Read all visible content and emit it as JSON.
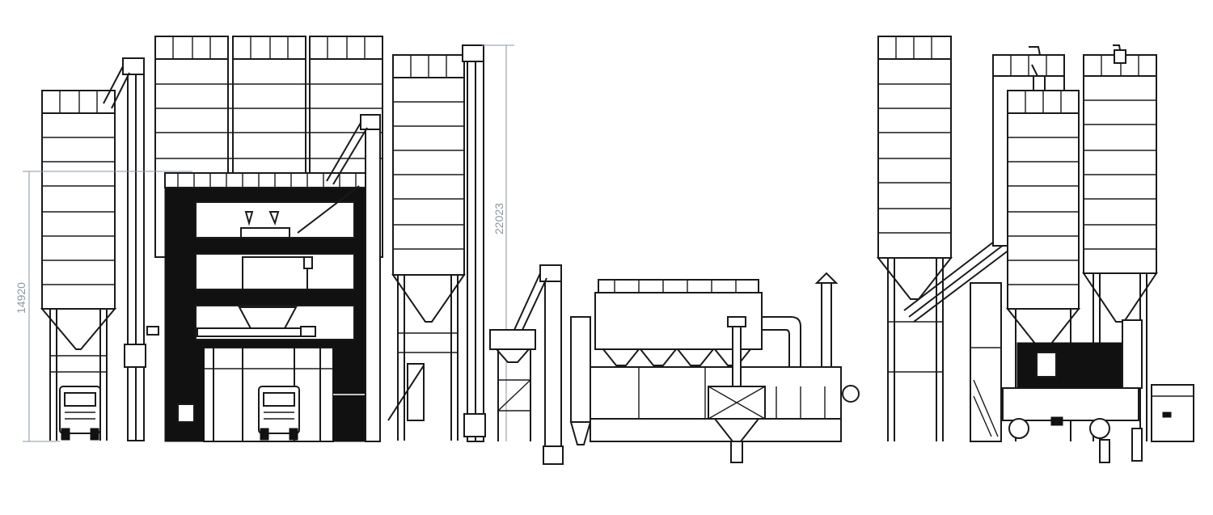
{
  "diagram": {
    "dimensions": [
      {
        "id": "dim-a",
        "label": "14920"
      },
      {
        "id": "dim-b",
        "label": "22023"
      }
    ],
    "colors": {
      "line": "#1a1a1a",
      "fill_dark": "#111111",
      "dimension": "#8a96a3",
      "background": "#ffffff"
    }
  }
}
